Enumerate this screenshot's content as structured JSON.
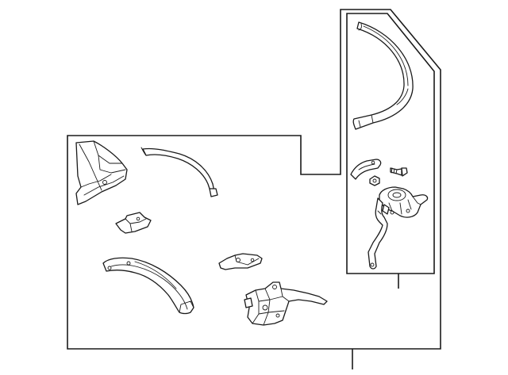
{
  "diagram": {
    "type": "exploded-parts-diagram",
    "background": "#ffffff",
    "line_color": "#1a1a1a",
    "groups": [
      {
        "name": "main-assembly-group",
        "parts": [
          "pillar-bracket",
          "wire-harness",
          "small-mount-bracket",
          "arch-reinforcement",
          "link-plate",
          "latch-assembly"
        ]
      },
      {
        "name": "sub-assembly-group",
        "parts": [
          "roof-rail-arch",
          "hinge-bracket",
          "bolt",
          "nut",
          "motor-unit",
          "rod-link"
        ]
      }
    ]
  }
}
